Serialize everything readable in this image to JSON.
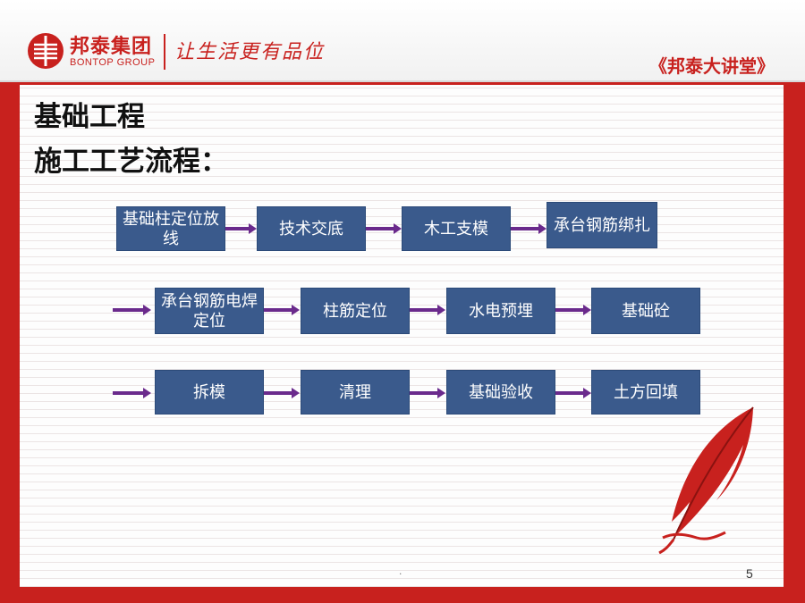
{
  "header": {
    "brand_cn": "邦泰集团",
    "brand_en": "BONTOP GROUP",
    "slogan": "让生活更有品位",
    "series_title": "《邦泰大讲堂》"
  },
  "slide": {
    "heading": "基础工程",
    "subheading": "施工工艺流程：",
    "page_number": "5",
    "footer_mark": "."
  },
  "flow": {
    "row1": [
      "基础柱定位放线",
      "技术交底",
      "木工支模",
      "承台钢筋绑扎"
    ],
    "row2": [
      "承台钢筋电焊定位",
      "柱筋定位",
      "水电预埋",
      "基础砼"
    ],
    "row3": [
      "拆模",
      "清理",
      "基础验收",
      "土方回填"
    ]
  },
  "colors": {
    "brand_red": "#c8211e",
    "box_fill": "#3a5a8c",
    "arrow": "#6a2a8c"
  },
  "icons": [
    "bontop-logo-icon",
    "feather-quill-icon"
  ]
}
